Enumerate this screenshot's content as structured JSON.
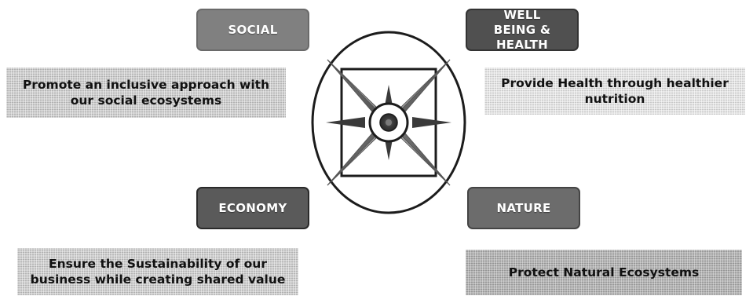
{
  "quadrants": {
    "social": {
      "label": "SOCIAL",
      "description": "Promote an inclusive approach with our social ecosystems",
      "color": "#7f7f7f"
    },
    "wellbeing": {
      "label": "WELL BEING & HEALTH",
      "description": "Provide Health through healthier nutrition",
      "color": "#505050"
    },
    "economy": {
      "label": "ECONOMY",
      "description": "Ensure the Sustainability of our business while creating shared value",
      "color": "#5a5a5a"
    },
    "nature": {
      "label": "NATURE",
      "description": "Protect Natural Ecosystems",
      "color": "#6c6c6c"
    }
  },
  "center": {
    "icon": "compass-rose-icon"
  }
}
